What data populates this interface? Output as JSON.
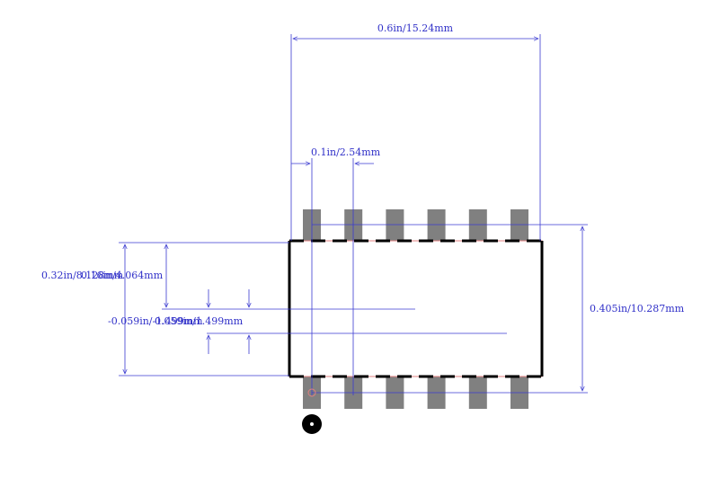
{
  "colors": {
    "background": "#ffffff",
    "dimension": "#3a3ad0",
    "pad": "#808080",
    "outline": "#000000",
    "courtyard": "#e08080",
    "pin1_marker": "#000000"
  },
  "dimensions": {
    "overall_width": "0.6in/15.24mm",
    "pitch": "0.1in/2.54mm",
    "overall_height": "0.405in/10.287mm",
    "body_height": "0.32in/8.128mm",
    "pad_span": "0.16in/4.064mm",
    "offset_inner": "-0.059in/-1.499mm",
    "offset_outer": "0.059in/1.499mm"
  },
  "package": {
    "pins_per_side": 6,
    "pin1_marker_icon": "filled-circle-dot"
  }
}
